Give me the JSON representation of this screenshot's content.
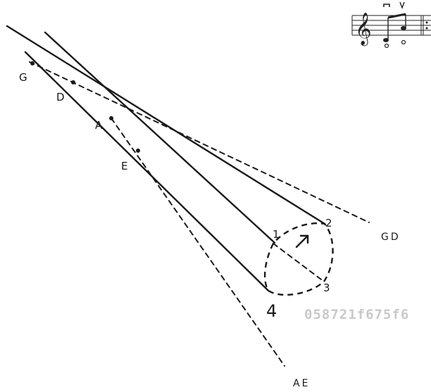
{
  "labels": {
    "G": "G",
    "D": "D",
    "A": "A",
    "E": "E",
    "n1": "1",
    "n2": "2",
    "n3": "3",
    "n4": "4",
    "GD": "GD",
    "AE": "AE"
  },
  "watermark": "058721f675f6",
  "notation": {
    "clef": "treble-clef-icon",
    "bow_marks": [
      "down-bow",
      "up-bow"
    ]
  }
}
